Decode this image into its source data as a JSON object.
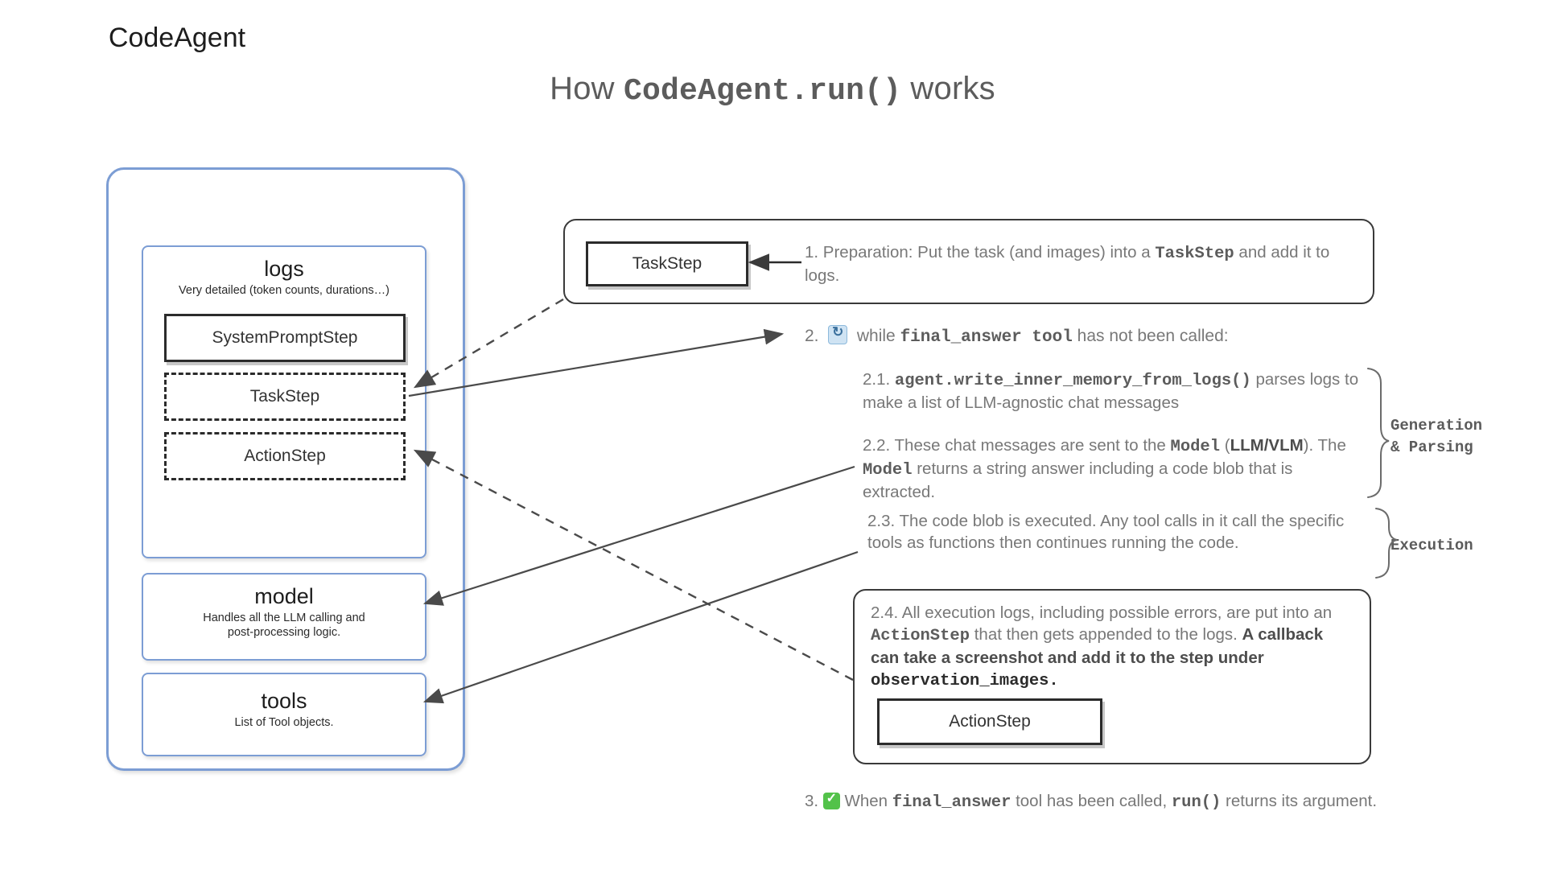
{
  "title": {
    "pre": "How ",
    "code": "CodeAgent.run()",
    "post": " works"
  },
  "agent": {
    "name": "CodeAgent",
    "logs": {
      "title": "logs",
      "desc": "Very detailed (token counts, durations…)",
      "steps": [
        {
          "label": "SystemPromptStep",
          "style": "solid"
        },
        {
          "label": "TaskStep",
          "style": "dashed"
        },
        {
          "label": "ActionStep",
          "style": "dashed"
        }
      ]
    },
    "model": {
      "title": "model",
      "desc": "Handles all the LLM calling and\npost-processing logic."
    },
    "tools": {
      "title": "tools",
      "desc": "List of Tool objects."
    }
  },
  "flow": {
    "prep": {
      "chip_label": "TaskStep",
      "number": "1.",
      "text_a": " Preparation: Put the task (and images) into a ",
      "code_a": "TaskStep",
      "text_b": " and add it to logs."
    },
    "loop_header": {
      "number": "2.",
      "icon": "loop-icon",
      "text_a": "while ",
      "code_a": "final_answer tool",
      "text_b": " has not been called:"
    },
    "step_2_1": {
      "number": "2.1.",
      "code_a": "agent.write_inner_memory_from_logs()",
      "text_a": " parses logs to make a list of LLM-agnostic chat messages"
    },
    "step_2_2": {
      "number": "2.2.",
      "text_a": " These chat messages are sent to the ",
      "code_a": "Model",
      "text_b": " (",
      "bold_a": "LLM/VLM",
      "text_c": "). The ",
      "code_b": "Model",
      "text_d": " returns a string answer including a code blob that is extracted."
    },
    "step_2_3": {
      "number": "2.3.",
      "text_a": " The code blob is executed. Any tool calls in it call the specific tools as functions then continues running the code."
    },
    "step_2_4": {
      "number": "2.4.",
      "text_a": " All execution logs, including possible errors, are put into an ",
      "code_a": "ActionStep",
      "text_b": " that then gets appended to the logs. ",
      "bold_a": "A callback can  take a screenshot and add it to the step under ",
      "code_b": "observation_images.",
      "chip_label": "ActionStep"
    },
    "step_3": {
      "number": "3.",
      "icon": "check-icon",
      "text_a": " When ",
      "code_a": "final_answer",
      "text_b": " tool has been called, ",
      "code_b": "run()",
      "text_c": " returns its argument."
    },
    "group_labels": {
      "generation": "Generation\n& Parsing",
      "execution": "Execution"
    }
  },
  "colors": {
    "panel_blue": "#7c9dd4",
    "text_gray": "#787878",
    "ink": "#2b2b2b",
    "check_green": "#53c24a",
    "loop_blue": "#cfe3f3"
  }
}
